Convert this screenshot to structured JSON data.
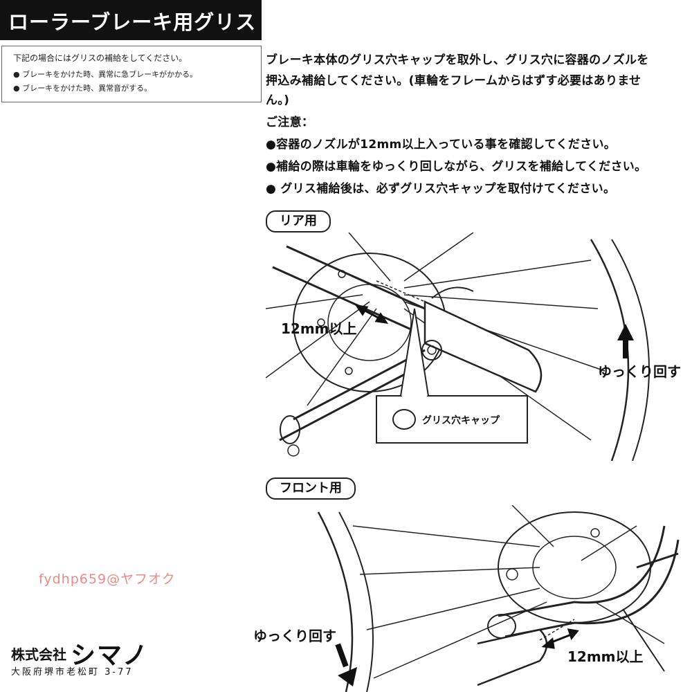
{
  "title": "ローラーブレーキ用グリス",
  "note": {
    "heading": "下記の場合にはグリスの補給をしてください。",
    "items": [
      "● ブレーキをかけた時、異常に急ブレーキがかかる。",
      "● ブレーキをかけた時、異常音がする。"
    ]
  },
  "instructions": {
    "lines": [
      "ブレーキ本体のグリス穴キャップを取外し、グリス穴に容器のノズルを",
      "押込み補給してください。(車輪をフレームからはずす必要はありませ",
      "ん。)"
    ],
    "caution_heading": "ご注意：",
    "caution_items": [
      "●容器のノズルが12mm以上入っている事を確認してください。",
      "●補給の際は車輪をゆっくり回しながら、グリスを補給してください。",
      "● グリス補給後は、必ずグリス穴キャップを取付けてください。"
    ]
  },
  "rear": {
    "caption": "リア用",
    "depth_label": "12mm以上",
    "rotate_label": "ゆっくり回す",
    "cap_label": "グリス穴キャップ"
  },
  "front": {
    "caption": "フロント用",
    "depth_label": "12mm以上",
    "rotate_label": "ゆっくり回す"
  },
  "watermark": "fydhp659@ヤフオク",
  "company": {
    "name": "株式会社",
    "logo": "シマノ",
    "address": "大阪府堺市老松町 3-77"
  }
}
